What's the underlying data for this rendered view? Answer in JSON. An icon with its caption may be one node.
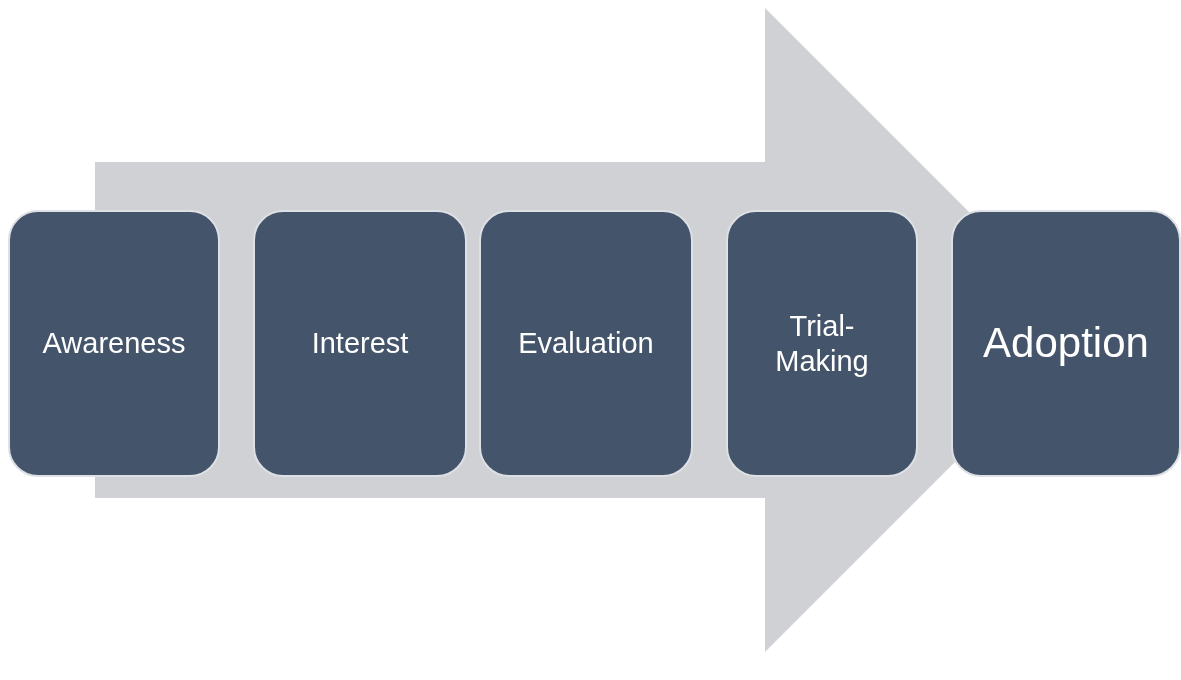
{
  "diagram": {
    "nodes": [
      {
        "text": [
          "Awareness"
        ]
      },
      {
        "text": [
          "Interest"
        ]
      },
      {
        "text": [
          "Evaluation"
        ]
      },
      {
        "text": [
          "Trial-Making"
        ]
      },
      {
        "text": [
          "Adoption"
        ]
      }
    ],
    "edges": [
      {
        "from": 0,
        "to": 4,
        "arrow": "to"
      }
    ]
  }
}
